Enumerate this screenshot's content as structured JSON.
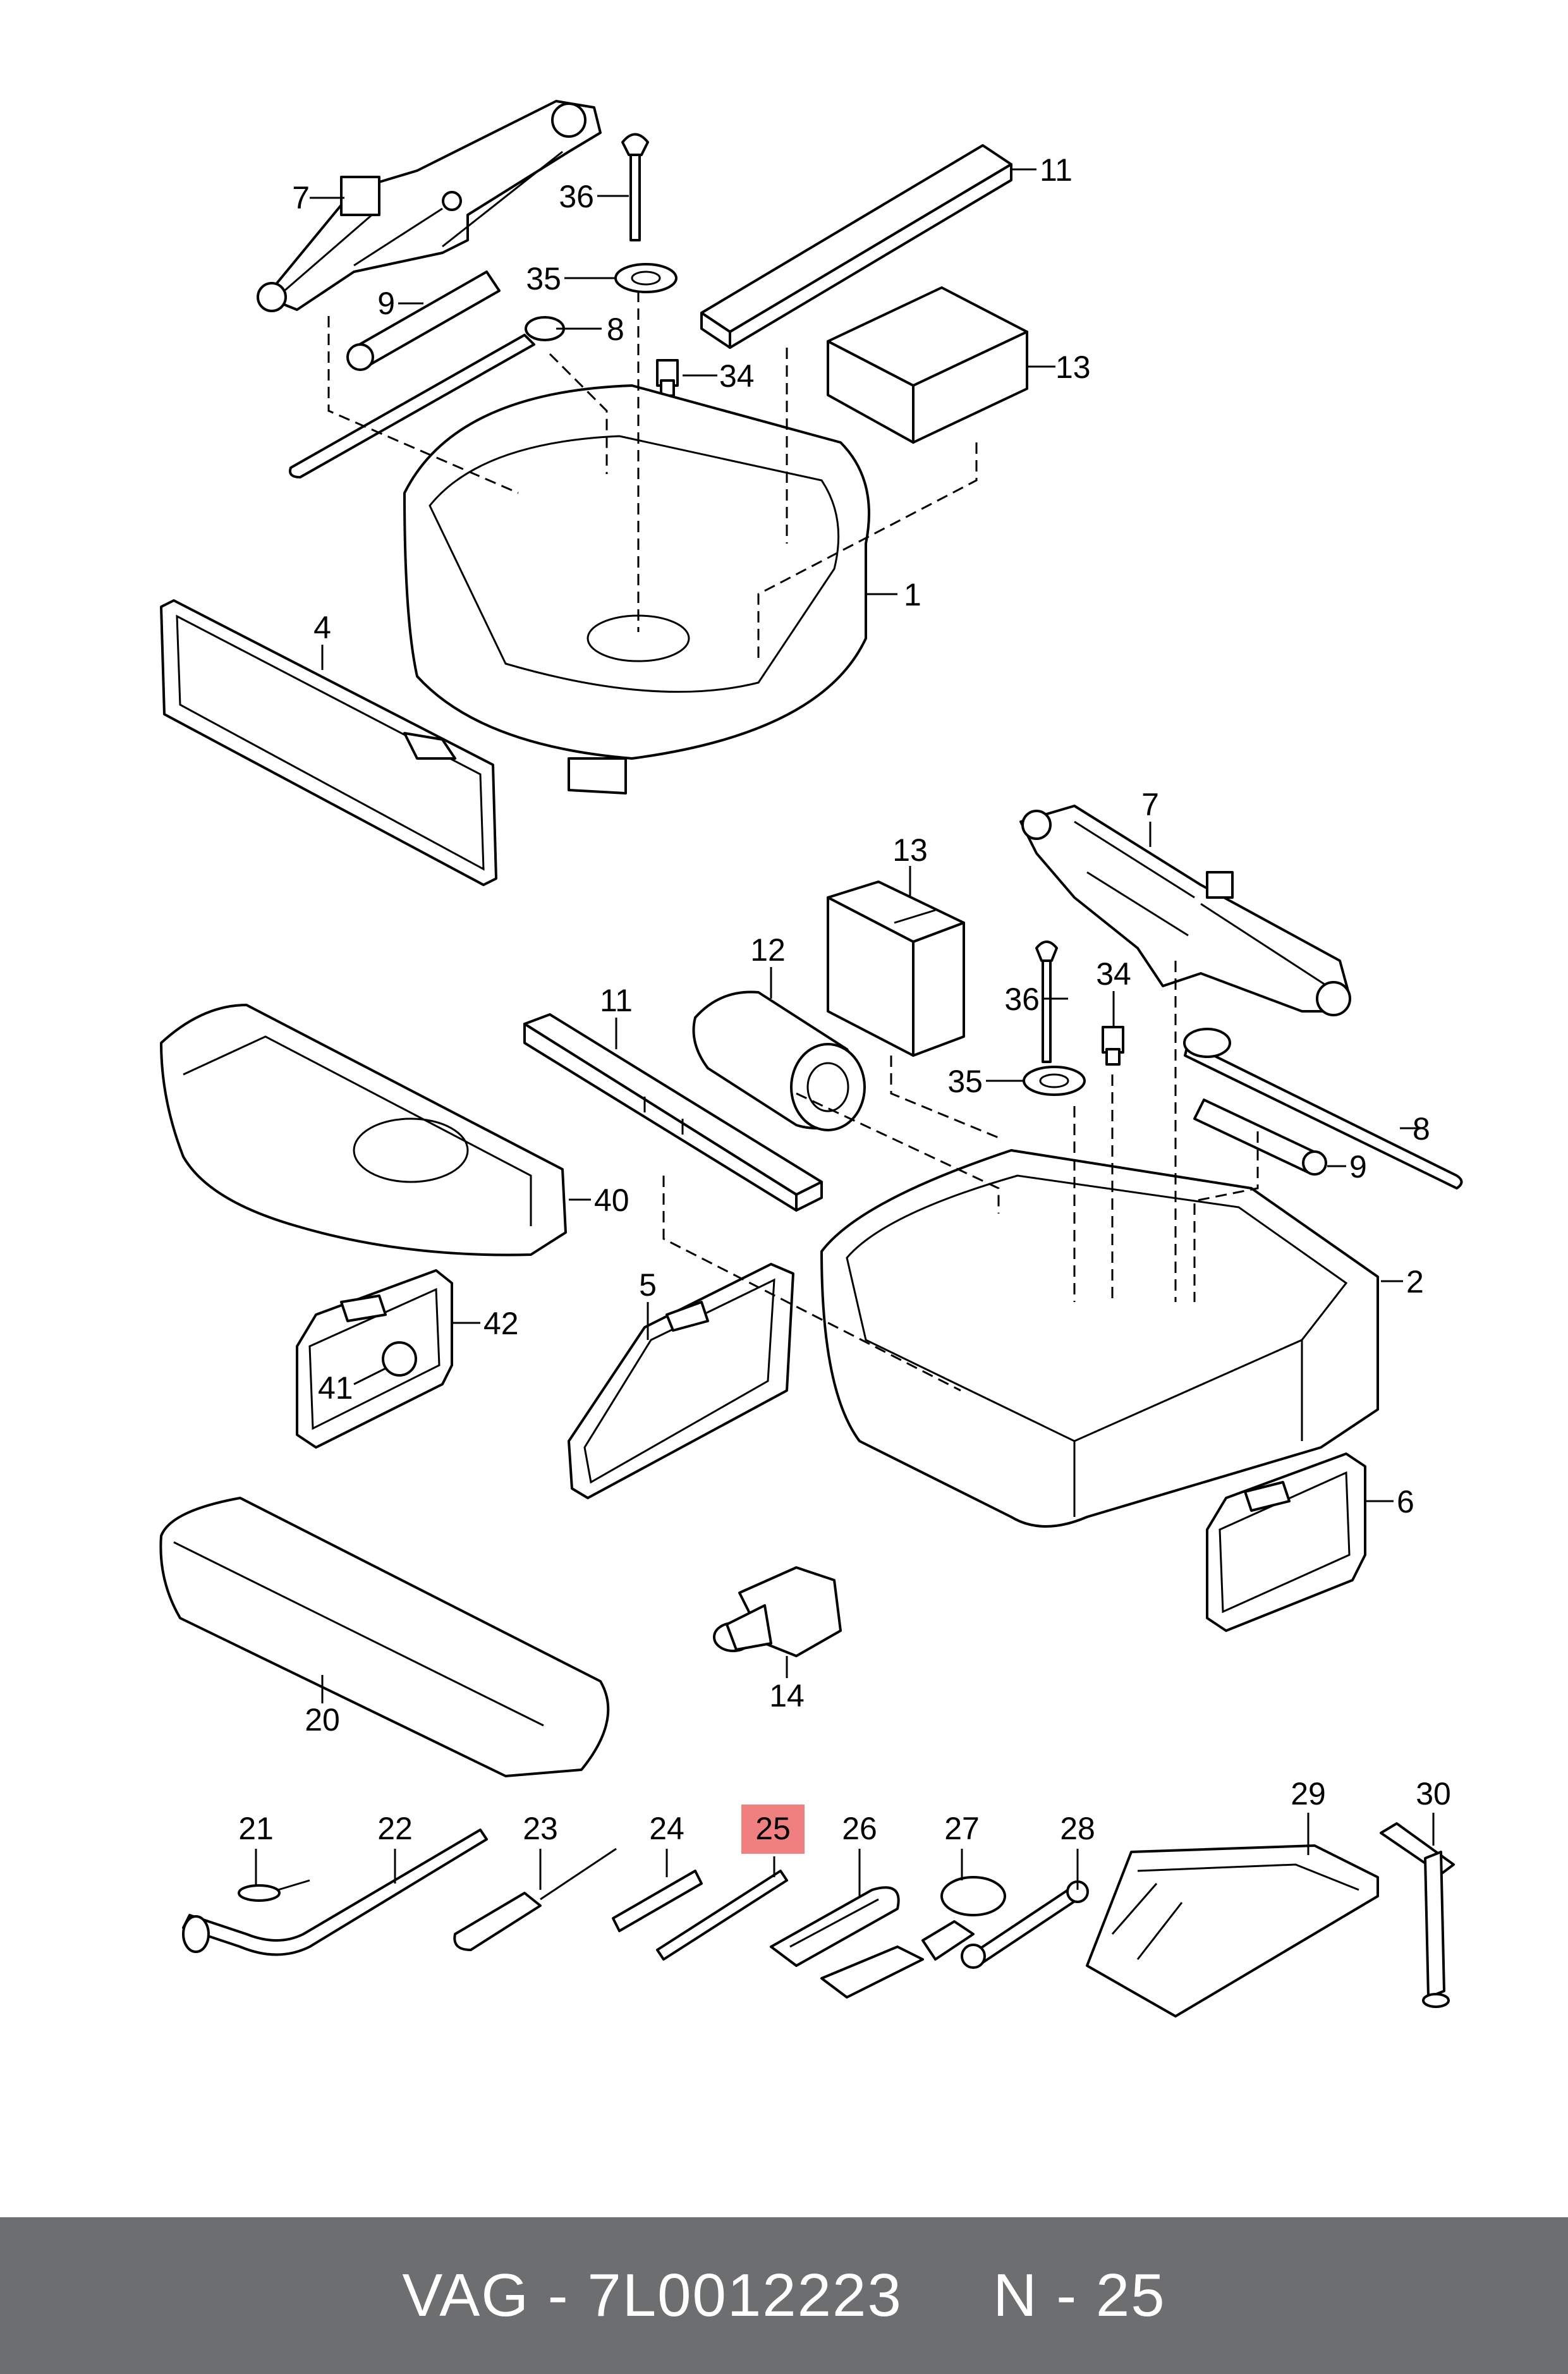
{
  "callouts": {
    "c7a": "7",
    "c36a": "36",
    "c35a": "35",
    "c9a": "9",
    "c8a": "8",
    "c34a": "34",
    "c11a": "11",
    "c13a": "13",
    "c1": "1",
    "c4": "4",
    "c7b": "7",
    "c13b": "13",
    "c12": "12",
    "c11b": "11",
    "c36b": "36",
    "c34b": "34",
    "c35b": "35",
    "c8b": "8",
    "c9b": "9",
    "c40": "40",
    "c2": "2",
    "c42": "42",
    "c41": "41",
    "c5": "5",
    "c6": "6",
    "c14": "14",
    "c20": "20",
    "c21": "21",
    "c22": "22",
    "c23": "23",
    "c24": "24",
    "c25": "25",
    "c26": "26",
    "c27": "27",
    "c28": "28",
    "c29": "29",
    "c30": "30"
  },
  "highlight": {
    "callout": "25",
    "color": "#f08080"
  },
  "footer": {
    "text": "VAG - 7L0012223     N - 25",
    "background": "#6d6e70",
    "text_color": "#ffffff"
  }
}
